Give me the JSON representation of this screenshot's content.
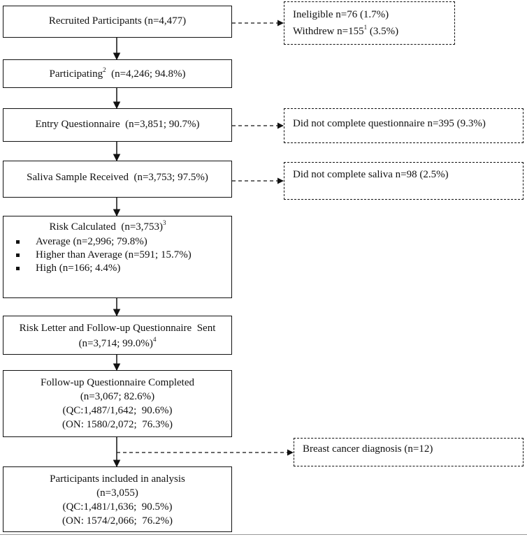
{
  "boxes": {
    "recruited": {
      "label": "Recruited Participants  (n=4,477)"
    },
    "participating": {
      "label": "Participating",
      "sup": "2",
      "suffix": "  (n=4,246; 94.8%)"
    },
    "entry": {
      "label": "Entry Questionnaire  (n=3,851; 90.7%)"
    },
    "saliva": {
      "label": "Saliva Sample Received  (n=3,753; 97.5%)"
    },
    "risk": {
      "label": "Risk Calculated  (n=3,753)",
      "sup": "3",
      "items": [
        "Average (n=2,996; 79.8%)",
        "Higher than Average (n=591; 15.7%)",
        "High (n=166; 4.4%)"
      ]
    },
    "letter": {
      "line1": "Risk Letter and Follow-up Questionnaire  Sent",
      "line2": "(n=3,714; 99.0%)",
      "sup": "4"
    },
    "followup": {
      "line1": "Follow-up Questionnaire Completed",
      "line2": "(n=3,067; 82.6%)",
      "line3": "(QC:1,487/1,642;  90.6%)",
      "line4": "(ON: 1580/2,072;  76.3%)"
    },
    "analysis": {
      "line1": "Participants included in analysis",
      "line2": "(n=3,055)",
      "line3": "(QC:1,481/1,636;  90.5%)",
      "line4": "(ON: 1574/2,066;  76.2%)"
    }
  },
  "side_boxes": {
    "exclusions": {
      "line1": "Ineligible n=76 (1.7%)",
      "line2": "Withdrew n=155",
      "line2_sup": "1",
      "line2_suffix": " (3.5%)"
    },
    "no_questionnaire": {
      "label": "Did not complete questionnaire n=395 (9.3%)"
    },
    "no_saliva": {
      "label": "Did not complete saliva n=98 (2.5%)"
    },
    "cancer": {
      "label": "Breast cancer diagnosis (n=12)"
    }
  }
}
